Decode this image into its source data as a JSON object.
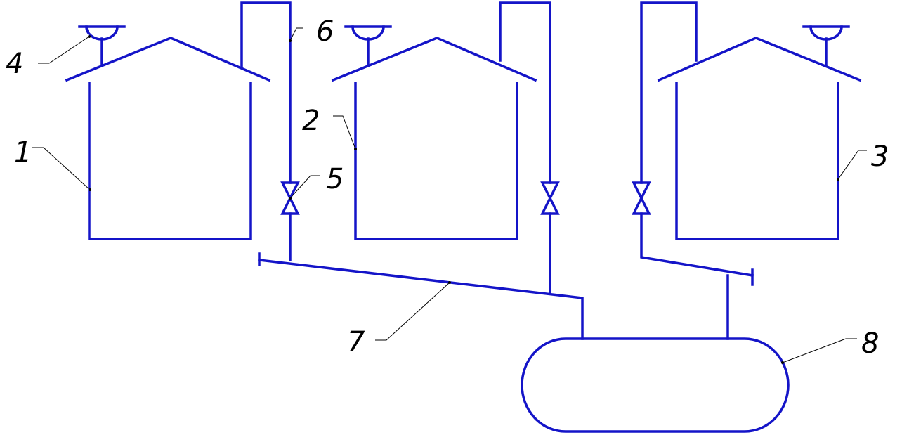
{
  "colors": {
    "line": "#1414c8",
    "leader": "#000000",
    "background": "#ffffff"
  },
  "labels": {
    "tank_1": "1",
    "tank_2": "2",
    "tank_3": "3",
    "breathing_valve": "4",
    "valve": "5",
    "pipe_vertical": "6",
    "collector": "7",
    "vessel": "8"
  }
}
